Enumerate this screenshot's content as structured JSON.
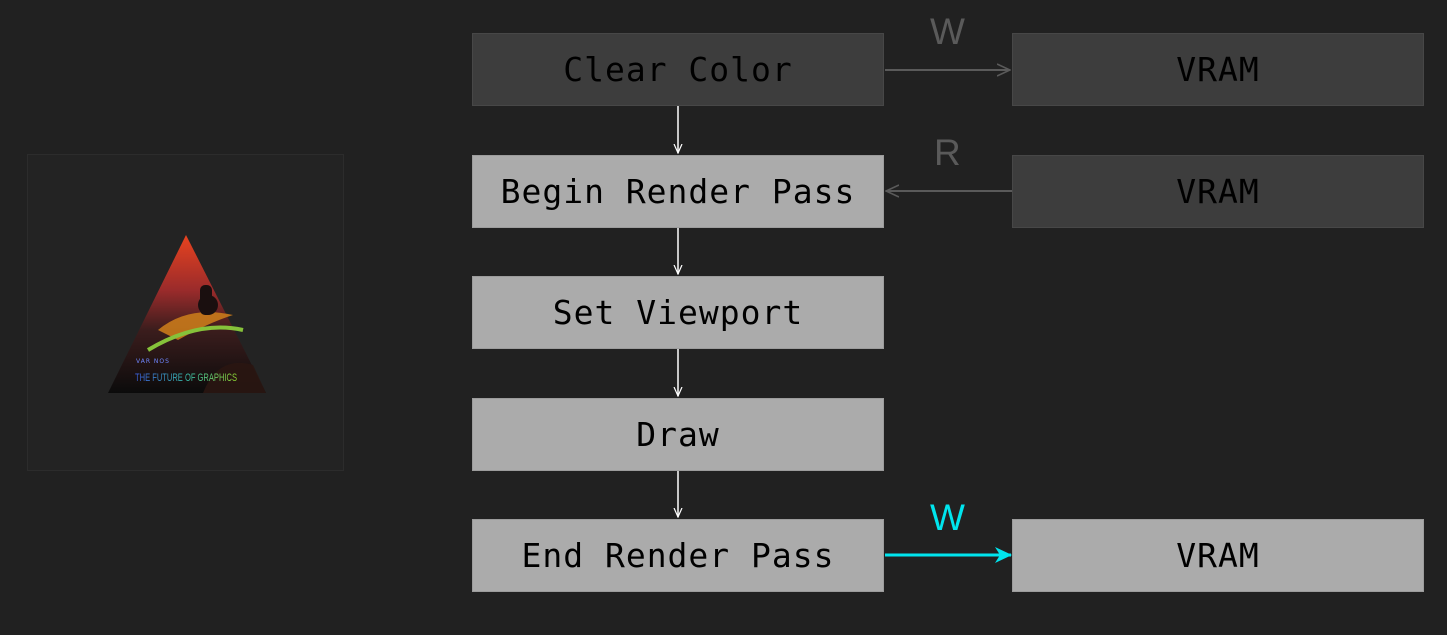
{
  "logo": {
    "subtitle": "THE FUTURE OF GRAPHICS",
    "small_text": "VAR NOS",
    "icon": "vulkan-pyramid-logo-icon"
  },
  "pipeline": {
    "steps": [
      {
        "label": "Clear Color",
        "state": "dim"
      },
      {
        "label": "Begin Render Pass",
        "state": "active"
      },
      {
        "label": "Set Viewport",
        "state": "active"
      },
      {
        "label": "Draw",
        "state": "active"
      },
      {
        "label": "End Render Pass",
        "state": "active"
      }
    ]
  },
  "memory": [
    {
      "label": "VRAM",
      "access": "W",
      "state": "dim"
    },
    {
      "label": "VRAM",
      "access": "R",
      "state": "dim"
    },
    {
      "label": "VRAM",
      "access": "W",
      "state": "highlight"
    }
  ],
  "colors": {
    "background": "#212121",
    "active_box": "#ababab",
    "dim_box": "#3d3d3d",
    "flow_arrow": "#ffffff",
    "dim_arrow": "#5a5a5a",
    "highlight_arrow": "#00e5ee",
    "dim_label": "#5a5a5a"
  }
}
